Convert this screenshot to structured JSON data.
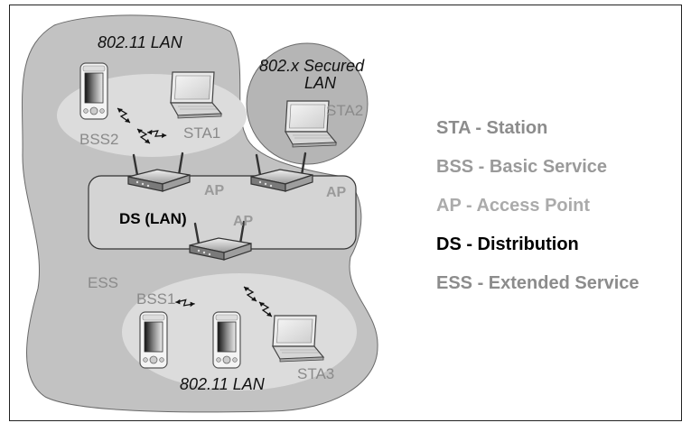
{
  "diagram": {
    "ess_top_title": "802.11 LAN",
    "secured_title_line1": "802.x Secured",
    "secured_title_line2": "LAN",
    "bss2_label": "BSS2",
    "sta1_label": "STA1",
    "sta2_label": "STA2",
    "ap_label_1": "AP",
    "ap_label_2": "AP",
    "ap_label_3": "AP",
    "ds_label": "DS (LAN)",
    "ess_label": "ESS",
    "bss1_label": "BSS1",
    "sta3_label": "STA3",
    "ess_bottom_title": "802.11 LAN"
  },
  "legend": [
    {
      "text": "STA - Station",
      "color": "#8c8c8c"
    },
    {
      "text": "BSS - Basic Service",
      "color": "#9a9a9a"
    },
    {
      "text": "AP - Access Point",
      "color": "#ababab"
    },
    {
      "text": "DS - Distribution",
      "color": "#000000"
    },
    {
      "text": "ESS - Extended Service",
      "color": "#8c8c8c"
    }
  ],
  "colors": {
    "ess_region": "#c2c2c2",
    "bss_ellipse": "#dcdcdc",
    "secured_circle": "#b5b5b5",
    "ds_box": "#d4d4d4"
  },
  "icons": [
    "pda-icon",
    "laptop-icon",
    "access-point-icon",
    "wireless-link-icon"
  ]
}
